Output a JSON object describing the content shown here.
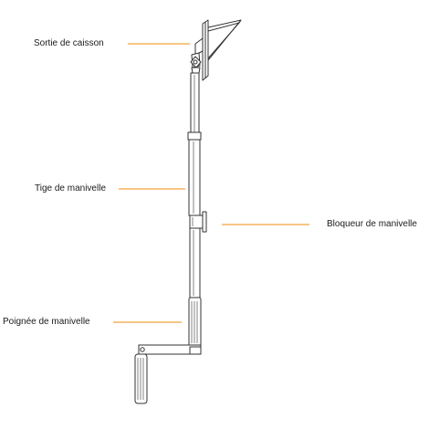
{
  "labels": {
    "sortie": "Sortie de caisson",
    "tige": "Tige de manivelle",
    "bloqueur": "Bloqueur de manivelle",
    "poignee": "Poignée de manivelle"
  },
  "colors": {
    "leader_line": "#f2a33a",
    "outline": "#333333",
    "fill": "#ffffff",
    "text": "#1a1a1a"
  }
}
